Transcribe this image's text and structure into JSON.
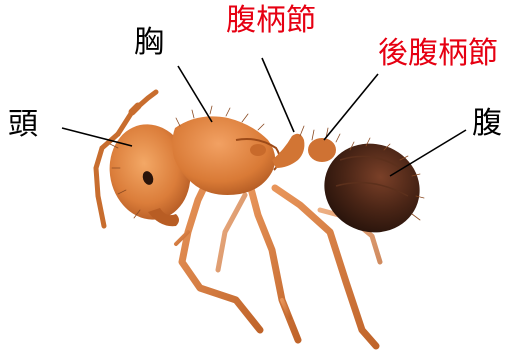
{
  "labels": {
    "head": "頭",
    "thorax": "胸",
    "petiole": "腹柄節",
    "postpetiole": "後腹柄節",
    "abdomen": "腹"
  },
  "colors": {
    "label_black": "#000000",
    "label_red": "#e60012",
    "body_orange": "#d77a35",
    "body_orange_light": "#ec9a55",
    "gaster_dark": "#3b1e12",
    "leader_line": "#000000"
  }
}
